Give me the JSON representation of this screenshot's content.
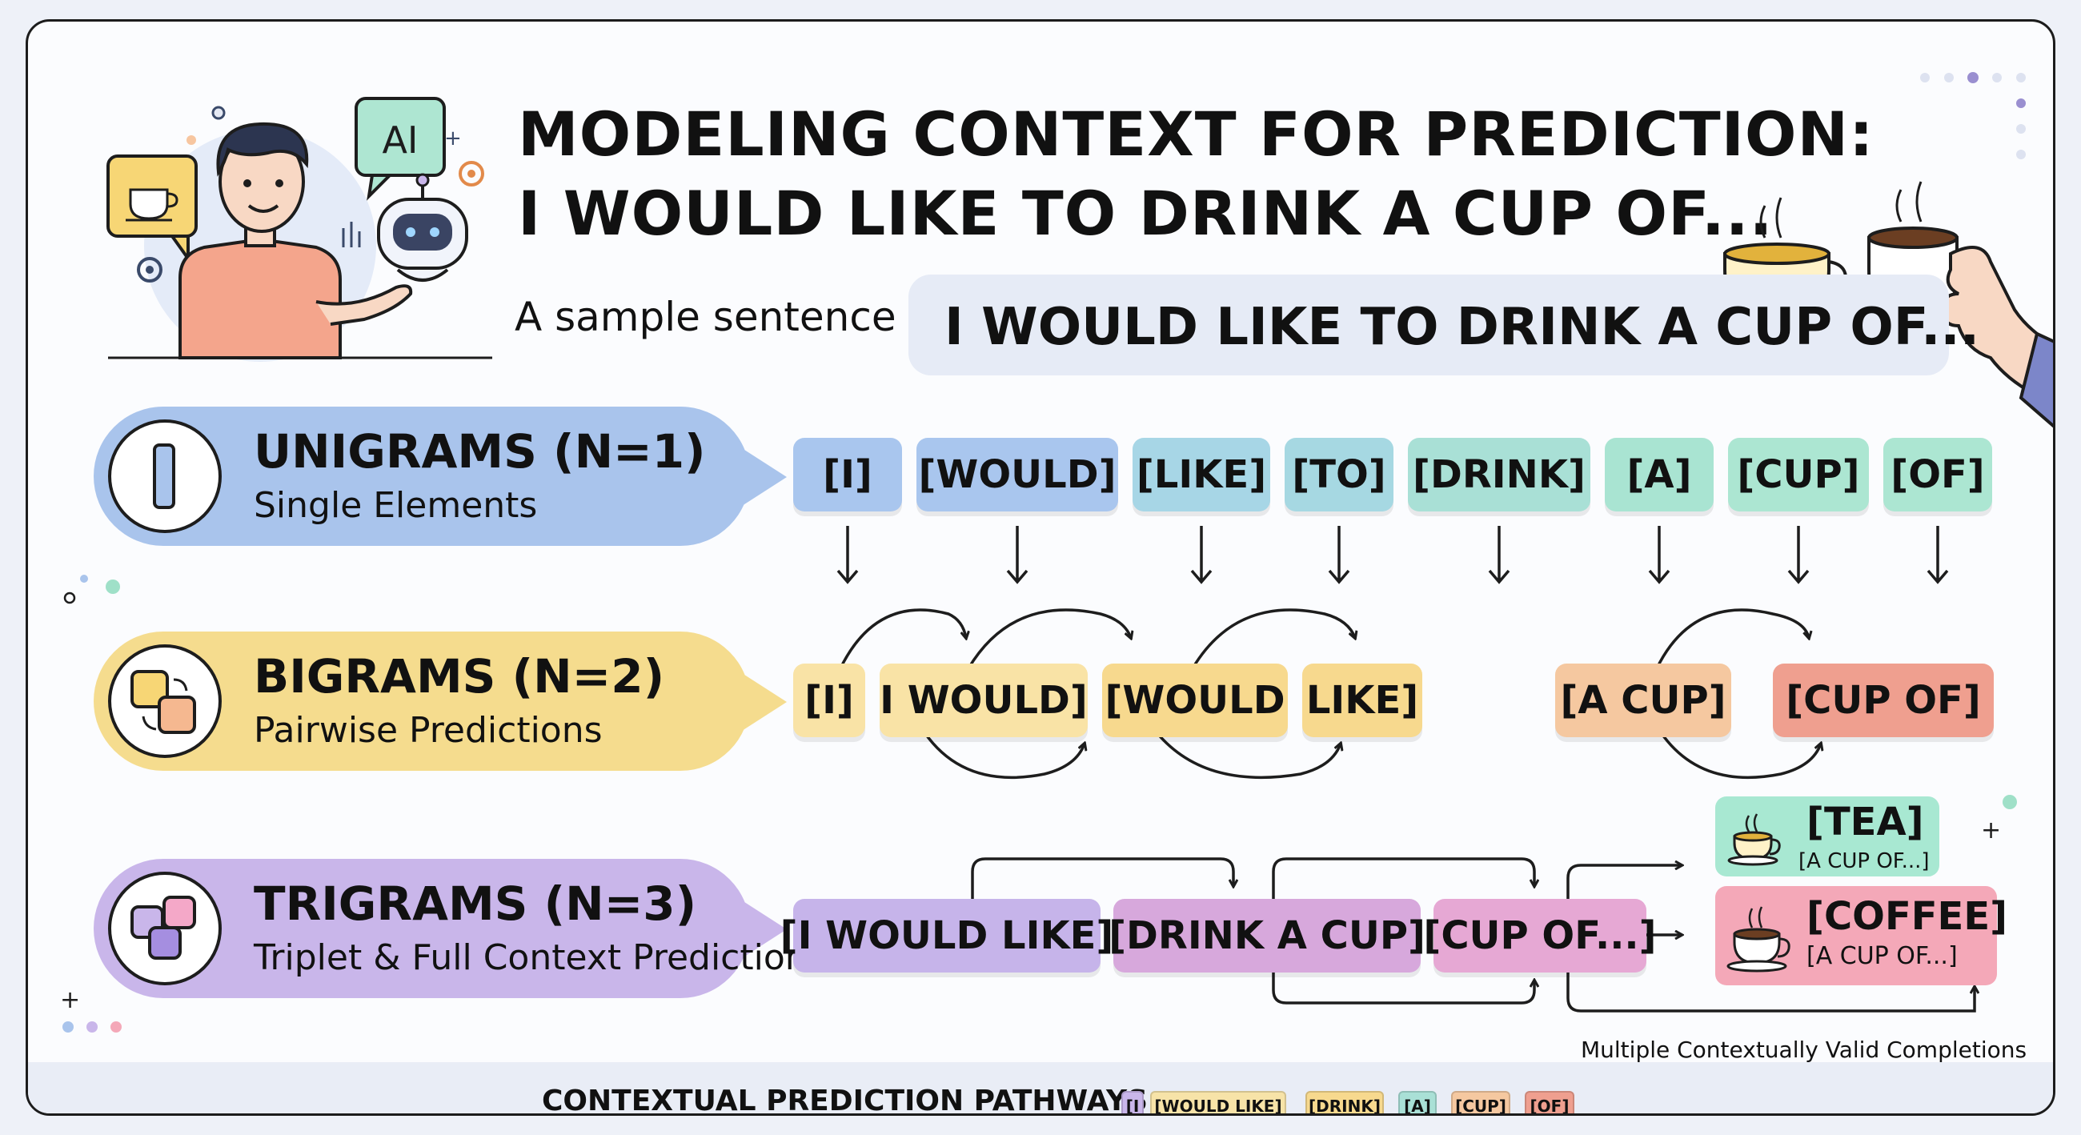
{
  "title": {
    "line1": "MODELING CONTEXT FOR PREDICTION:",
    "line2": "I WOULD LIKE TO DRINK A CUP OF..."
  },
  "sample": {
    "label": "A sample sentence",
    "text": "I WOULD LIKE TO DRINK A CUP OF..."
  },
  "illustration": {
    "ai_badge": "AI"
  },
  "sections": {
    "unigrams": {
      "title": "UNIGRAMS (N=1)",
      "subtitle": "Single Elements",
      "color": "#a9c4ec"
    },
    "bigrams": {
      "title": "BIGRAMS (N=2)",
      "subtitle": "Pairwise Predictions",
      "color": "#f5dc8e"
    },
    "trigrams": {
      "title": "TRIGRAMS (N=3)",
      "subtitle": "Triplet & Full Context Predictions",
      "color": "#c9b6ea"
    }
  },
  "unigram_tokens": [
    {
      "label": "[I]",
      "color": "#a9c6ee"
    },
    {
      "label": "[WOULD]",
      "color": "#a9c6ee"
    },
    {
      "label": "[LIKE]",
      "color": "#a7d6e6"
    },
    {
      "label": "[TO]",
      "color": "#a6d8e2"
    },
    {
      "label": "[DRINK]",
      "color": "#a9e0d6"
    },
    {
      "label": "[A]",
      "color": "#a9e4d2"
    },
    {
      "label": "[CUP]",
      "color": "#ace6d2"
    },
    {
      "label": "[OF]",
      "color": "#ace6d2"
    }
  ],
  "bigram_tokens": [
    {
      "label": "[I]",
      "color": "#f9e3a6"
    },
    {
      "label": "I WOULD]",
      "color": "#f9e3a6"
    },
    {
      "label": "[WOULD",
      "color": "#f7d98e"
    },
    {
      "label": "LIKE]",
      "color": "#f7d98e"
    },
    {
      "label": "[A CUP]",
      "color": "#f5c8a0"
    },
    {
      "label": "[CUP OF]",
      "color": "#ef9f8f"
    }
  ],
  "trigram_tokens": [
    {
      "label": "[I WOULD LIKE]",
      "color": "#c6b4ea"
    },
    {
      "label": "[DRINK A CUP]",
      "color": "#d7a8dc"
    },
    {
      "label": "[CUP OF...]",
      "color": "#e6a8d4"
    }
  ],
  "completions": {
    "tea": {
      "title": "[TEA]",
      "subtitle": "[A CUP OF...]",
      "color": "#a8e8d2"
    },
    "coffee": {
      "title": "[COFFEE]",
      "subtitle": "[A CUP OF...]",
      "color": "#f4a8b8"
    },
    "caption": "Multiple Contextually Valid Completions"
  },
  "footer": {
    "label": "CONTEXTUAL PREDICTION PATHWAYS:",
    "tokens": [
      {
        "label": "[I",
        "color": "#c9b6ea"
      },
      {
        "label": "[WOULD LIKE]",
        "color": "#f7e3a8"
      },
      {
        "label": "[DRINK]",
        "color": "#f7d98e"
      },
      {
        "label": "[A]",
        "color": "#a9e0d6"
      },
      {
        "label": "[CUP]",
        "color": "#f5c8a0"
      },
      {
        "label": "[OF]",
        "color": "#ef9f8f"
      }
    ]
  }
}
